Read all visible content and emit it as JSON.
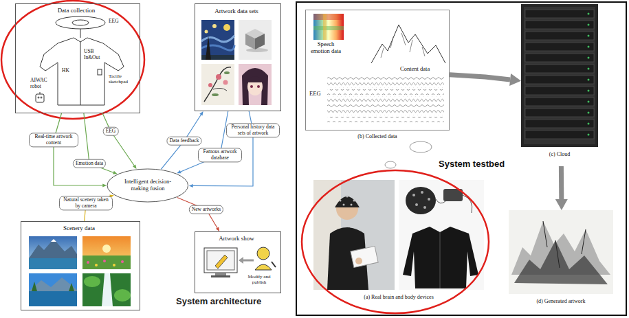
{
  "diagram": {
    "nodes": [
      {
        "text": [
          "Data collection",
          "EEG",
          "HK",
          "USB In&Out",
          "Tactile sketchpad",
          "AIWAC robot"
        ]
      },
      {
        "text": [
          "Artwork data sets"
        ]
      },
      {
        "text": [
          "Intelligent decision-making fusion"
        ]
      },
      {
        "text": [
          "Scenery data"
        ]
      },
      {
        "text": [
          "Artwork show",
          "Modify and publish"
        ]
      },
      {
        "text": [
          "System testbed"
        ]
      },
      {
        "text": [
          "Speech emotion data",
          "Content data",
          "EEG",
          "(b) Collected data"
        ],
        "in": 5
      },
      {
        "text": [
          "(c) Cloud"
        ],
        "in": 5
      },
      {
        "text": [
          "(a) Real brain and body devices"
        ],
        "in": 5
      },
      {
        "text": [
          "(d) Generated artwork"
        ],
        "in": 5
      }
    ],
    "edges": [
      {
        "from": 0,
        "to": 2,
        "label": "Real-time artwork content",
        "arrow": "to"
      },
      {
        "from": 0,
        "to": 2,
        "label": "EEG",
        "arrow": "to"
      },
      {
        "from": 0,
        "to": 2,
        "label": "Emotion data",
        "arrow": "to"
      },
      {
        "from": 3,
        "to": 2,
        "label": "Natural scenery taken by camera",
        "arrow": "to"
      },
      {
        "from": 2,
        "to": 1,
        "label": "Data feedback",
        "arrow": "to"
      },
      {
        "from": 1,
        "to": 2,
        "label": "Personal history data sets of artwork",
        "arrow": "to"
      },
      {
        "from": 1,
        "to": 2,
        "label": "Famous artwork database",
        "arrow": "to"
      },
      {
        "from": 2,
        "to": 4,
        "label": "New artworks",
        "arrow": "to"
      },
      {
        "from": 6,
        "to": 7,
        "arrow": "to"
      },
      {
        "from": 7,
        "to": 9,
        "arrow": "to"
      }
    ],
    "labels": [
      "System architecture"
    ]
  }
}
